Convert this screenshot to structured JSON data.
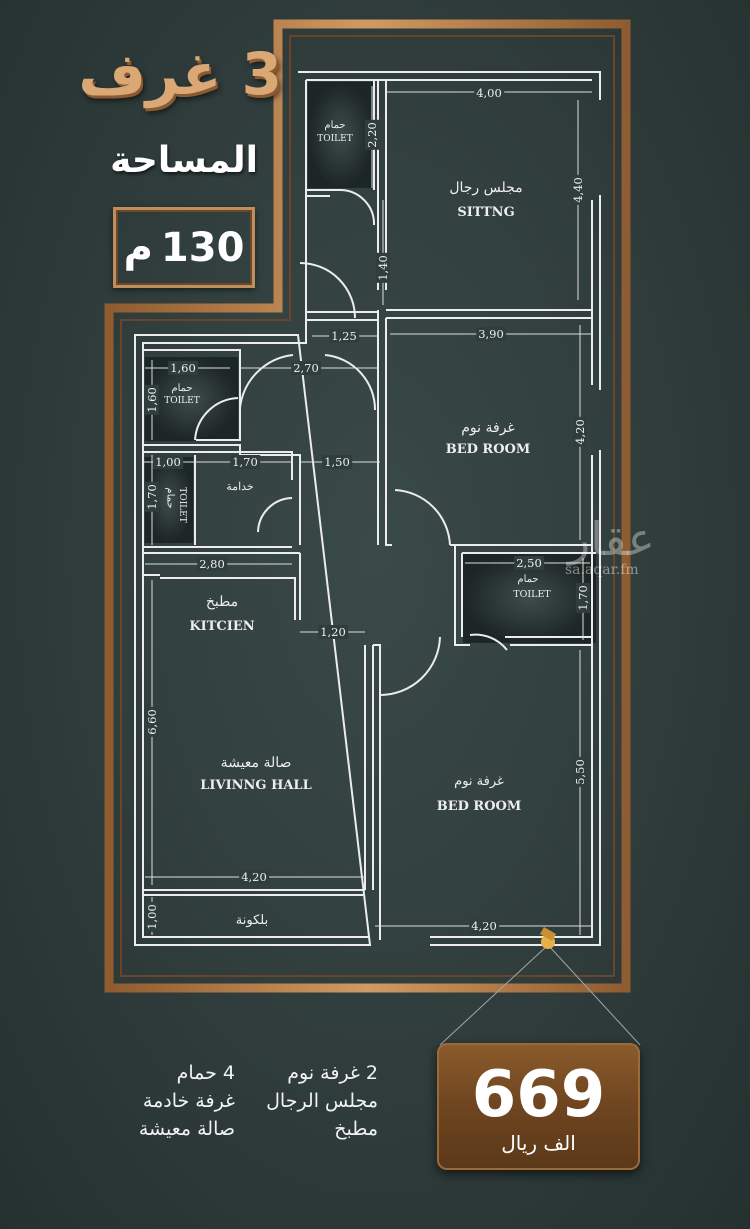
{
  "header": {
    "rooms_title": "3 غرف",
    "area_label": "المساحة",
    "area_value": "130",
    "area_unit": "م"
  },
  "rooms": {
    "toilet_top": {
      "ar": "حمام",
      "en": "TOILET"
    },
    "sitting": {
      "ar": "مجلس رجال",
      "en": "SITTNG"
    },
    "toilet_left1": {
      "ar": "حمام",
      "en": "TOILET"
    },
    "bedroom1": {
      "ar": "غرفة نوم",
      "en": "BED ROOM"
    },
    "toilet_left2": {
      "ar": "حمام",
      "en": "TOILET"
    },
    "maid": {
      "ar": "خدامة"
    },
    "toilet_right": {
      "ar": "حمام",
      "en": "TOILET"
    },
    "kitchen": {
      "ar": "مطبخ",
      "en": "KITCIEN"
    },
    "living": {
      "ar": "صالة معيشة",
      "en": "LIVINNG HALL"
    },
    "bedroom2": {
      "ar": "غرفة نوم",
      "en": "BED ROOM"
    },
    "balcony": {
      "ar": "بلكونة"
    }
  },
  "dimensions": [
    "4,00",
    "2,20",
    "4,40",
    "1,40",
    "1,25",
    "3,90",
    "2,70",
    "1,60",
    "1,60",
    "4,20",
    "1,00",
    "1,70",
    "1,50",
    "1,70",
    "2,50",
    "1,70",
    "2,80",
    "1,20",
    "6,60",
    "5,50",
    "4,20",
    "4,20",
    "1,00"
  ],
  "features": {
    "col1": [
      "2 غرفة نوم",
      "مجلس الرجال",
      "مطبخ"
    ],
    "col2": [
      "4 حمام",
      "غرفة خادمة",
      "صالة معيشة"
    ]
  },
  "price": {
    "value": "669",
    "currency": "الف ريال"
  },
  "watermark": {
    "logo": "عقار",
    "site": "sa.aqar.fm"
  },
  "colors": {
    "background": "#2f3d3c",
    "frame": "#b98350",
    "walls": "#e8e8e8",
    "price_board": "#6e4520"
  }
}
